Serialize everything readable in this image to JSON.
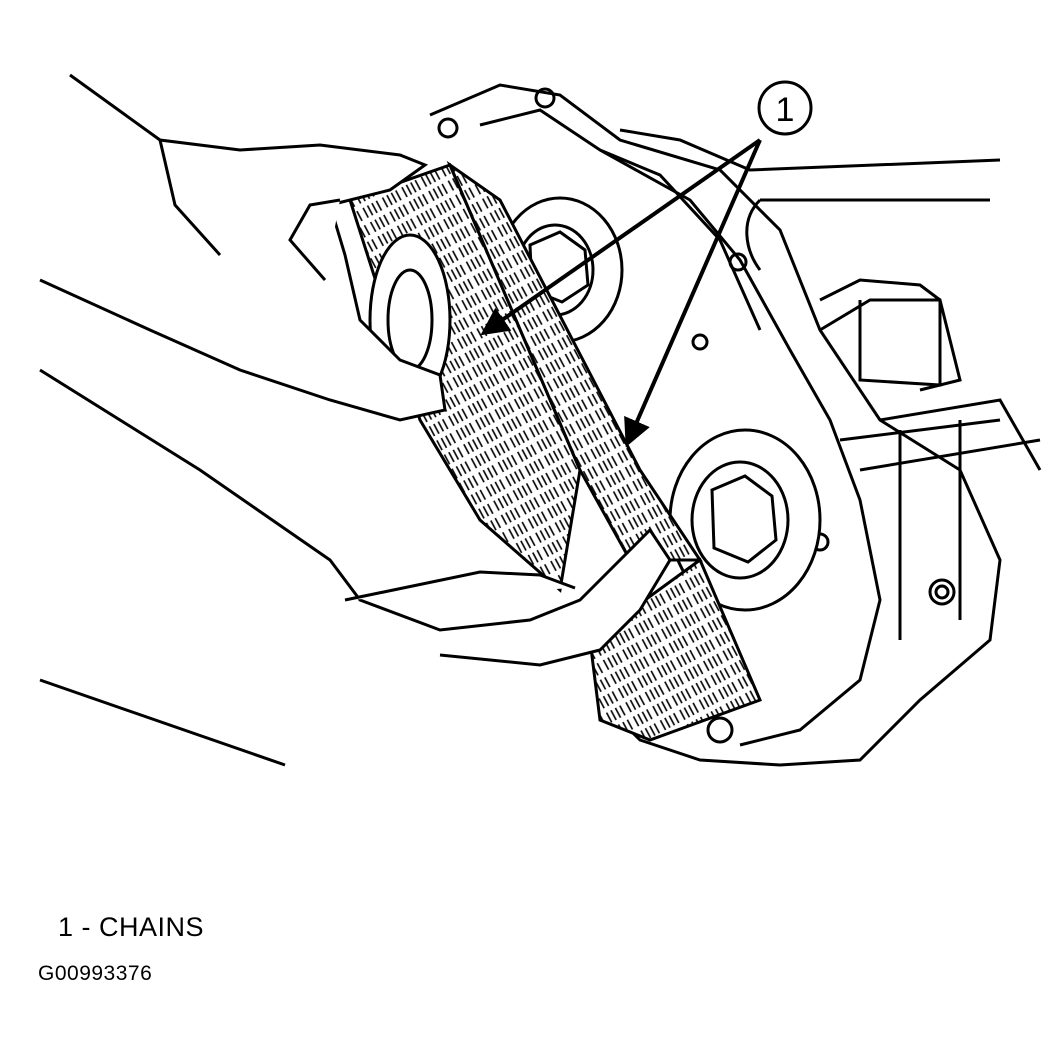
{
  "callout": {
    "number": "1"
  },
  "legend": {
    "text": "1 - CHAINS"
  },
  "figure_id": "G00993376"
}
